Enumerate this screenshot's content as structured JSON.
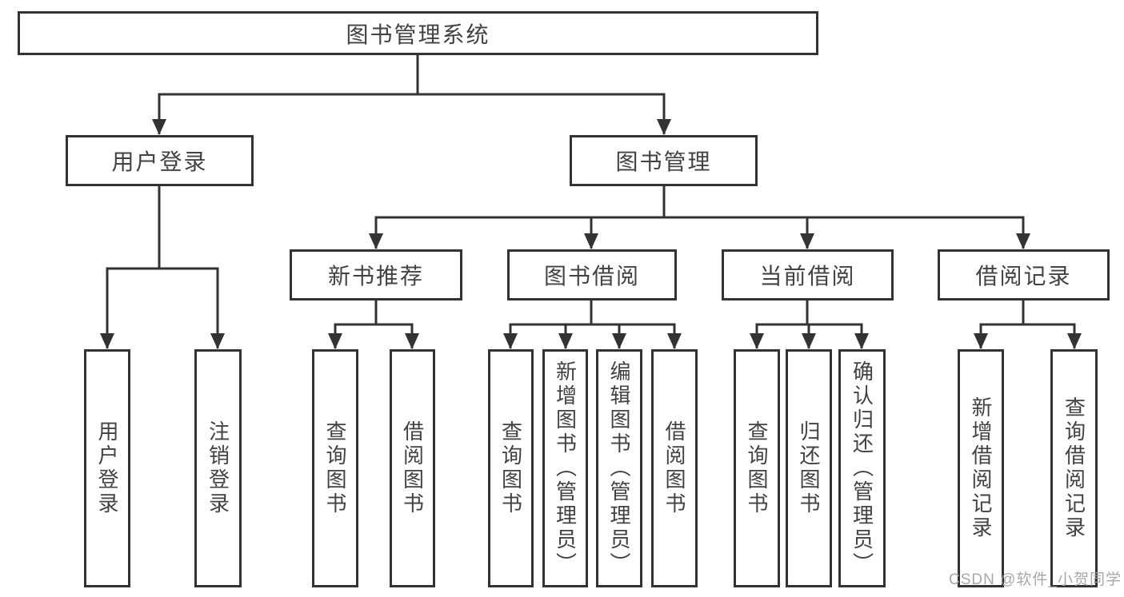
{
  "colors": {
    "line": "#333333",
    "node_border": "#333333",
    "node_text": "#424242",
    "background": "#ffffff",
    "watermark": "#a3a3a3"
  },
  "watermark": "CSDN @软件_小贺同学",
  "tree": {
    "label": "图书管理系统",
    "children": [
      {
        "label": "用户登录",
        "children": [
          {
            "label": "用户登录"
          },
          {
            "label": "注销登录"
          }
        ]
      },
      {
        "label": "图书管理",
        "children": [
          {
            "label": "新书推荐",
            "children": [
              {
                "label": "查询图书"
              },
              {
                "label": "借阅图书"
              }
            ]
          },
          {
            "label": "图书借阅",
            "children": [
              {
                "label": "查询图书"
              },
              {
                "label": "新增图书（管理员）"
              },
              {
                "label": "编辑图书（管理员）"
              },
              {
                "label": "借阅图书"
              }
            ]
          },
          {
            "label": "当前借阅",
            "children": [
              {
                "label": "查询图书"
              },
              {
                "label": "归还图书"
              },
              {
                "label": "确认归还（管理员）"
              }
            ]
          },
          {
            "label": "借阅记录",
            "children": [
              {
                "label": "新增借阅记录"
              },
              {
                "label": "查询借阅记录"
              }
            ]
          }
        ]
      }
    ]
  }
}
